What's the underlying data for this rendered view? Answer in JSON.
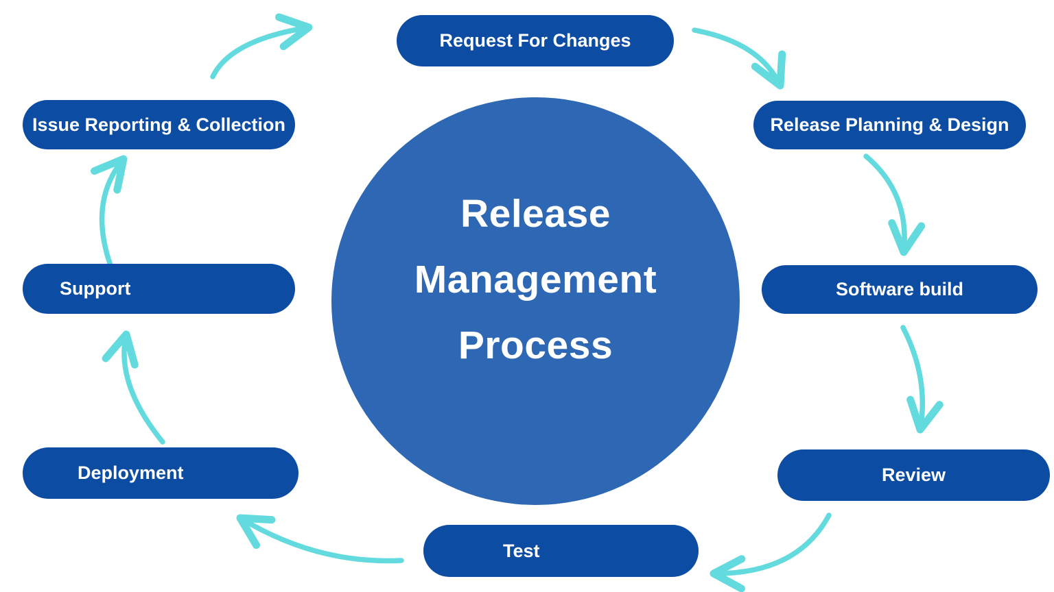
{
  "title": {
    "lines": [
      "Release",
      "Management",
      "Process"
    ]
  },
  "colors": {
    "background": "#FFFFFF",
    "pill_blue": "#0C4CA3",
    "circle_blue": "#2E67B3",
    "arrow_cyan": "#63DADD",
    "text_white": "#FFFFFF"
  },
  "stages": [
    {
      "id": "request-for-changes",
      "label": "Request For Changes"
    },
    {
      "id": "release-planning-design",
      "label": "Release Planning & Design"
    },
    {
      "id": "software-build",
      "label": "Software build"
    },
    {
      "id": "review",
      "label": "Review"
    },
    {
      "id": "test",
      "label": "Test"
    },
    {
      "id": "deployment",
      "label": "Deployment"
    },
    {
      "id": "support",
      "label": "Support"
    },
    {
      "id": "issue-reporting-collection",
      "label": "Issue Reporting & Collection"
    }
  ],
  "arrows": [
    {
      "name": "arrow-issue-to-request-icon"
    },
    {
      "name": "arrow-request-to-planning-icon"
    },
    {
      "name": "arrow-planning-to-build-icon"
    },
    {
      "name": "arrow-build-to-review-icon"
    },
    {
      "name": "arrow-review-to-test-icon"
    },
    {
      "name": "arrow-test-to-deployment-icon"
    },
    {
      "name": "arrow-deployment-to-support-icon"
    },
    {
      "name": "arrow-support-to-issue-icon"
    }
  ]
}
